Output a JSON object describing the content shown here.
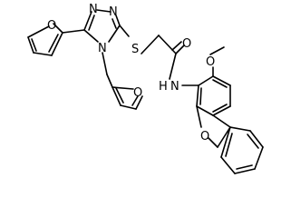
{
  "structure": {
    "atoms": {
      "furan_oxygen_left": "O",
      "triazole_nitrogen_1": "N",
      "triazole_nitrogen_2": "N",
      "triazole_nitrogen_4": "N",
      "thioether_sulfur": "S",
      "carbonyl_oxygen": "O",
      "methoxy_oxygen": "O",
      "amide_nh": "N",
      "amide_hydrogen": "H",
      "furfuryl_oxygen": "O",
      "dibenzofuran_oxygen": "O"
    },
    "colors": {
      "ink": "#000000",
      "background": "#ffffff"
    }
  }
}
